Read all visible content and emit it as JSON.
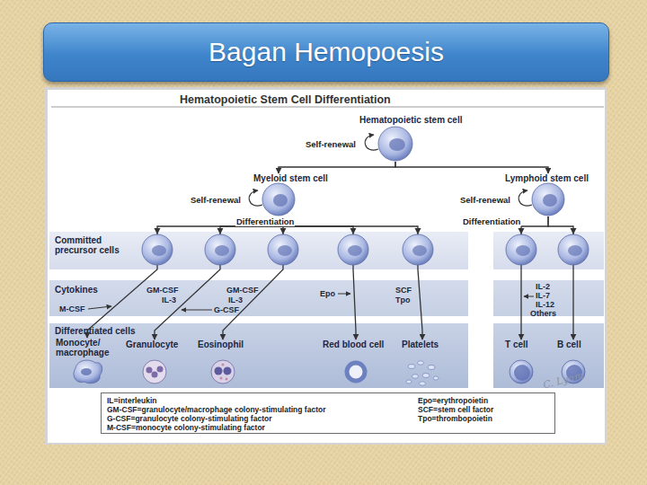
{
  "diagram": {
    "title": "Bagan Hemopoesis",
    "nodes": [
      {
        "text": [
          "Hematopoietic stem cell"
        ]
      },
      {
        "text": [
          "Myeloid stem cell"
        ]
      },
      {
        "text": [
          "Lymphoid stem cell"
        ]
      },
      {
        "text": [
          "Committed precursor cells"
        ]
      },
      {
        "text": [
          "Cytokines"
        ]
      },
      {
        "text": [
          "Differentiated cells"
        ]
      },
      {
        "text": [
          "Monocyte/ macrophage"
        ],
        "in": 5
      },
      {
        "text": [
          "Granulocyte"
        ],
        "in": 5
      },
      {
        "text": [
          "Eosinophil"
        ],
        "in": 5
      },
      {
        "text": [
          "Red blood cell"
        ],
        "in": 5
      },
      {
        "text": [
          "Platelets"
        ],
        "in": 5
      },
      {
        "text": [
          "T cell"
        ],
        "in": 5
      },
      {
        "text": [
          "B cell"
        ],
        "in": 5
      },
      {
        "text": [
          "IL=interleukin",
          "GM-CSF=granulocyte/macrophage colony-stimulating factor",
          "G-CSF=granulocyte colony-stimulating factor",
          "M-CSF=monocyte colony-stimulating factor",
          "Epo=erythropoietin",
          "SCF=stem cell factor",
          "Tpo=thrombopoietin"
        ]
      }
    ],
    "edges": [
      {
        "from": 0,
        "to": 1,
        "arrow": "to"
      },
      {
        "from": 0,
        "to": 2,
        "arrow": "to"
      },
      {
        "from": 1,
        "to": 6,
        "arrow": "to"
      },
      {
        "from": 1,
        "to": 7,
        "arrow": "to"
      },
      {
        "from": 1,
        "to": 8,
        "arrow": "to"
      },
      {
        "from": 1,
        "to": 9,
        "arrow": "to"
      },
      {
        "from": 1,
        "to": 10,
        "arrow": "to"
      },
      {
        "from": 2,
        "to": 11,
        "arrow": "to"
      },
      {
        "from": 2,
        "to": 12,
        "arrow": "to"
      }
    ],
    "labels": [
      "Hematopoietic Stem Cell Differentiation",
      "Self-renewal",
      "Self-renewal",
      "Differentiation",
      "Self-renewal",
      "Differentiation",
      "GM-CSF",
      "IL-3",
      "M-CSF",
      "GM-CSF",
      "IL-3",
      "G-CSF",
      "Epo",
      "SCF",
      "Tpo",
      "IL-2",
      "IL-7",
      "IL-12",
      "Others",
      "C. Lynm"
    ]
  }
}
